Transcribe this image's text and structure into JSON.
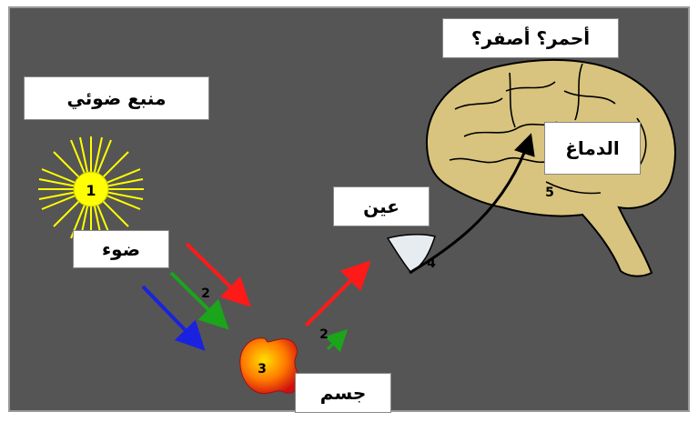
{
  "labels": {
    "light_source": "منبع ضوئي",
    "light": "ضوء",
    "eye": "عين",
    "brain": "الدماغ",
    "object": "جسم",
    "question": "أحمر؟  أصفر؟"
  },
  "numbers": {
    "n1": "1",
    "n2a": "2",
    "n2b": "2",
    "n3": "3",
    "n4": "4",
    "n5": "5"
  },
  "colors": {
    "panel_bg": "#555555",
    "border": "#9a9a9a",
    "sun": "#ffff00",
    "brain": "#d8c47e",
    "red_ray": "#ff1a1a",
    "green_ray": "#1aa51a",
    "blue_ray": "#1a22e0"
  }
}
